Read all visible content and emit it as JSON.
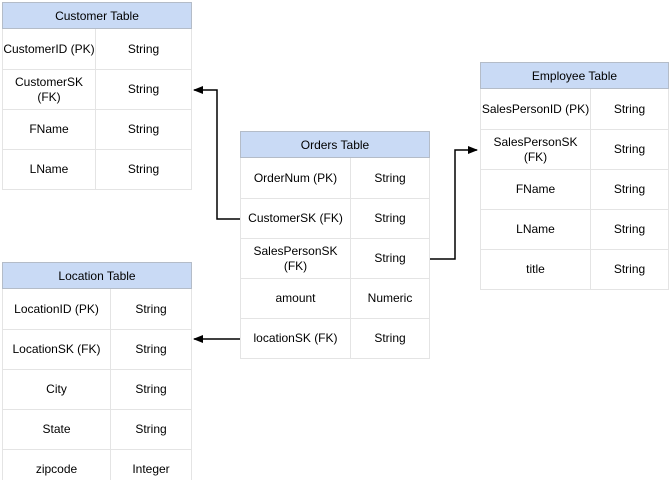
{
  "diagram": {
    "type": "entity-relationship-diagram",
    "colors": {
      "background": "#ffffff",
      "header_fill": "#c9daf5",
      "header_border": "#b4bcc8",
      "row_border": "#e4e4e4",
      "text": "#000000",
      "connector": "#000000"
    },
    "tables": {
      "customer": {
        "title": "Customer Table",
        "rows": [
          {
            "name": "CustomerID (PK)",
            "type": "String"
          },
          {
            "name": "CustomerSK\n(FK)",
            "type": "String"
          },
          {
            "name": "FName",
            "type": "String"
          },
          {
            "name": "LName",
            "type": "String"
          }
        ]
      },
      "orders": {
        "title": "Orders Table",
        "rows": [
          {
            "name": "OrderNum (PK)",
            "type": "String"
          },
          {
            "name": "CustomerSK (FK)",
            "type": "String"
          },
          {
            "name": "SalesPersonSK\n(FK)",
            "type": "String"
          },
          {
            "name": "amount",
            "type": "Numeric"
          },
          {
            "name": "locationSK (FK)",
            "type": "String"
          }
        ]
      },
      "employee": {
        "title": "Employee Table",
        "rows": [
          {
            "name": "SalesPersonID (PK)",
            "type": "String"
          },
          {
            "name": "SalesPersonSK\n(FK)",
            "type": "String"
          },
          {
            "name": "FName",
            "type": "String"
          },
          {
            "name": "LName",
            "type": "String"
          },
          {
            "name": "title",
            "type": "String"
          }
        ]
      },
      "location": {
        "title": "Location Table",
        "rows": [
          {
            "name": "LocationID (PK)",
            "type": "String"
          },
          {
            "name": "LocationSK (FK)",
            "type": "String"
          },
          {
            "name": "City",
            "type": "String"
          },
          {
            "name": "State",
            "type": "String"
          },
          {
            "name": "zipcode",
            "type": "Integer"
          }
        ]
      }
    },
    "connectors": [
      {
        "from": "Orders Table.CustomerSK (FK)",
        "to": "Customer Table.CustomerSK (FK)"
      },
      {
        "from": "Orders Table.SalesPersonSK (FK)",
        "to": "Employee Table.SalesPersonSK (FK)"
      },
      {
        "from": "Orders Table.locationSK (FK)",
        "to": "Location Table.LocationSK (FK)"
      }
    ]
  }
}
